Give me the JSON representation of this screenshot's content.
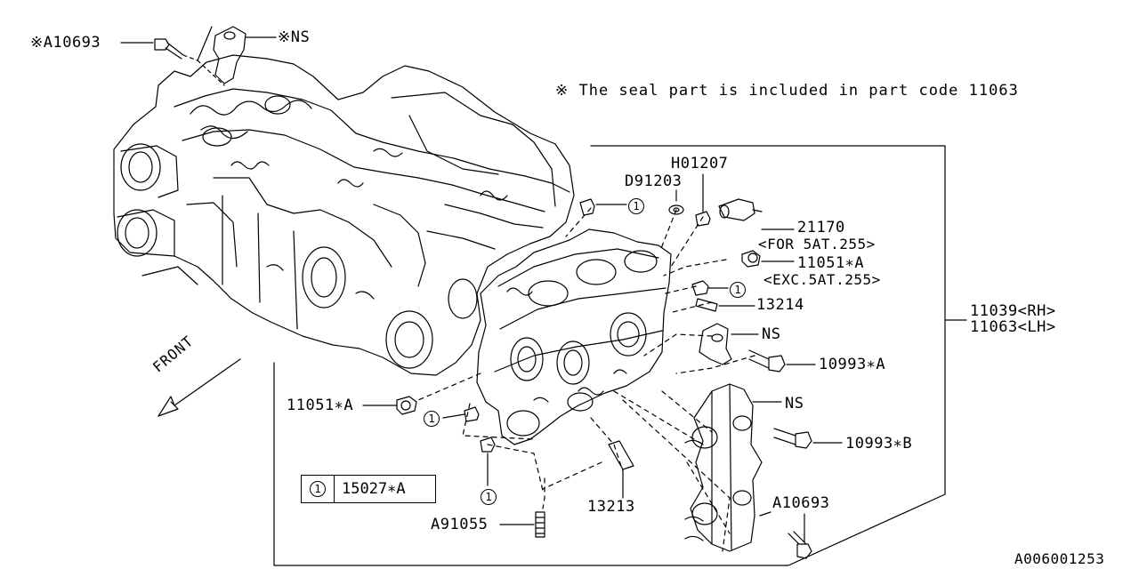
{
  "note": "※ The seal part is included in part code 11063",
  "front_label": "FRONT",
  "footer_code": "A006001253",
  "callout_number": "1",
  "legend": {
    "symbol": "1",
    "part": "15027∗A"
  },
  "labels": {
    "a10693_top": "※A10693",
    "ns_top": "※NS",
    "h01207": "H01207",
    "d91203": "D91203",
    "p21170": "21170",
    "for_5at": "<FOR 5AT.255>",
    "p11051a_right": "11051∗A",
    "exc_5at": "<EXC.5AT.255>",
    "p13214": "13214",
    "p11039": "11039<RH>",
    "p11063": "11063<LH>",
    "ns_mid": "NS",
    "p10993a": "10993∗A",
    "ns_low": "NS",
    "p10993b": "10993∗B",
    "p11051a_left": "11051∗A",
    "p13213": "13213",
    "a10693_bottom": "A10693",
    "a91055": "A91055"
  }
}
